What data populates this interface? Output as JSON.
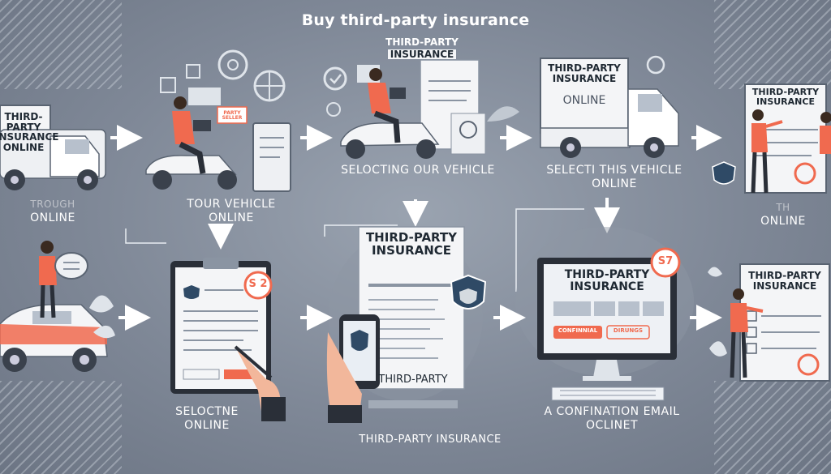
{
  "title": "Buy third-party insurance",
  "top_row": [
    {
      "heading": [
        "THIRD-PARTY",
        "INSURANCE",
        "ONLINE"
      ],
      "caption_lines": [
        "TROUGH",
        "ONLINE"
      ]
    },
    {
      "badge": "PARTY SELLER",
      "caption_lines": [
        "TOUR VEHICLE",
        "ONLINE"
      ]
    },
    {
      "heading": [
        "THIRD-PARTY",
        "INSURANCE"
      ],
      "caption_lines": [
        "SELOCTING OUR VEHICLE"
      ]
    },
    {
      "heading": [
        "THIRD-PARTY",
        "INSURANCE",
        "ONLINE"
      ],
      "caption_lines": [
        "SELECTI THIS VEHICLE",
        "ONLINE"
      ]
    },
    {
      "heading": [
        "THIRD-PARTY",
        "INSURANCE"
      ],
      "caption_lines": [
        "TH",
        "ONLINE"
      ]
    }
  ],
  "bottom_row": [
    {
      "caption_lines": []
    },
    {
      "price_badge": "S 2",
      "caption_lines": [
        "SELOCTNE",
        "ONLINE"
      ]
    },
    {
      "heading": [
        "THIRD-PARTY",
        "INSURANCE"
      ],
      "footer": "THIRD-PARTY",
      "caption_lines": [
        "THIRD-PARTY INSURANCE"
      ]
    },
    {
      "heading": [
        "THIRD-PARTY",
        "INSURANCE"
      ],
      "price_badge": "S7",
      "buttons": [
        "CONFINNIAL",
        "DIRUNGS"
      ],
      "caption_lines": [
        "A CONFINATION EMAIL",
        "OCLINET"
      ]
    },
    {
      "heading": [
        "THIRD-PARTY",
        "INSURANCE"
      ],
      "caption_lines": []
    }
  ],
  "colors": {
    "background": "#7f8897",
    "accent": "#f06a4f",
    "shield": "#2f4a66",
    "paper": "#f4f5f7"
  }
}
